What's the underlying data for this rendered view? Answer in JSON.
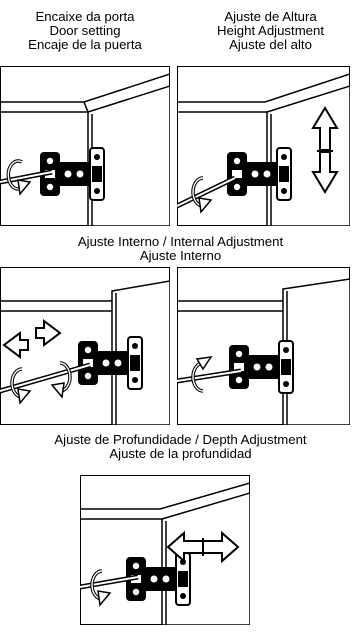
{
  "sections": {
    "door_setting": {
      "lines": [
        "Encaixe da porta",
        "Door setting",
        "Encaje de la puerta"
      ]
    },
    "height_adjustment": {
      "lines": [
        "Ajuste de Altura",
        "Height Adjustment",
        "Ajuste del alto"
      ]
    },
    "internal_adjustment": {
      "lines": [
        "Ajuste Interno / Internal Adjustment",
        "Ajuste Interno"
      ]
    },
    "depth_adjustment": {
      "lines": [
        "Ajuste de Profundidade / Depth Adjustment",
        "Ajuste de la profundidad"
      ]
    }
  },
  "icons": [
    "rotate-arrow-icon",
    "screwdriver-icon",
    "hinge-icon",
    "double-arrow-icon"
  ],
  "colors": {
    "ink": "#000000",
    "paper": "#ffffff"
  }
}
